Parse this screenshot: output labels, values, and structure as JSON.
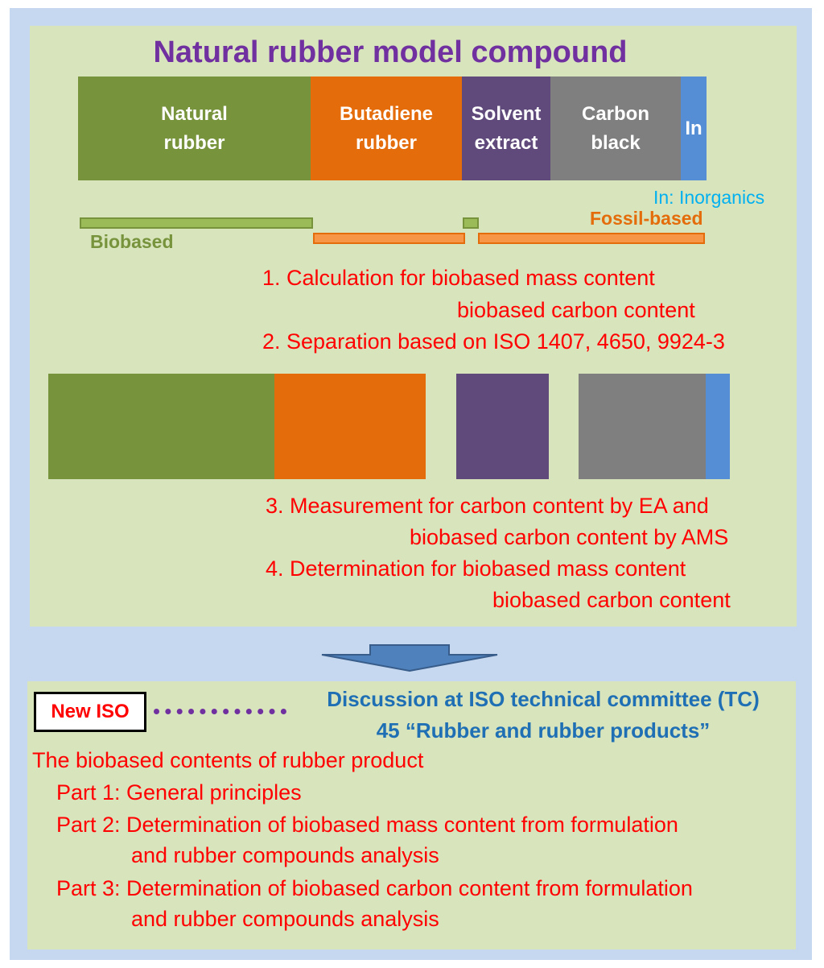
{
  "title": "Natural rubber model compound",
  "compound_segments": [
    {
      "label": "Natural\nrubber",
      "color": "#77933c"
    },
    {
      "label": "Butadiene\nrubber",
      "color": "#e46c0a"
    },
    {
      "label": "Solvent\nextract",
      "color": "#604a7b"
    },
    {
      "label": "Carbon\nblack",
      "color": "#7f7f7f"
    },
    {
      "label": "In",
      "color": "#558ed5"
    }
  ],
  "legend": {
    "inorganics": "In: Inorganics",
    "fossil": "Fossil-based",
    "biobased": "Biobased"
  },
  "steps_top": {
    "step1_line1": "1. Calculation for biobased mass content",
    "step1_line2": "biobased  carbon content",
    "step2": "2.  Separation based on ISO 1407, 4650, 9924-3"
  },
  "steps_bottom": {
    "step3_line1": "3. Measurement for carbon content by EA and",
    "step3_line2": "biobased carbon content by AMS",
    "step4_line1": "4. Determination for biobased mass content",
    "step4_line2": "biobased  carbon content"
  },
  "iso": {
    "badge": "New ISO",
    "discussion_line1": "Discussion at ISO technical committee (TC)",
    "discussion_line2": "45 “Rubber and rubber products”",
    "heading": "The biobased contents of rubber product",
    "part1": "Part 1: General principles",
    "part2_line1": "Part 2: Determination of biobased mass content from formulation",
    "part2_line2": "and rubber compounds analysis",
    "part3_line1": "Part 3: Determination of biobased carbon content from formulation",
    "part3_line2": "and rubber compounds analysis"
  },
  "colors": {
    "background": "#c6d8ef",
    "panel": "#d8e4bc",
    "title": "#7030a0",
    "steps": "#ff0000",
    "committee": "#1f6fb5",
    "arrow": "#4f81bd"
  }
}
